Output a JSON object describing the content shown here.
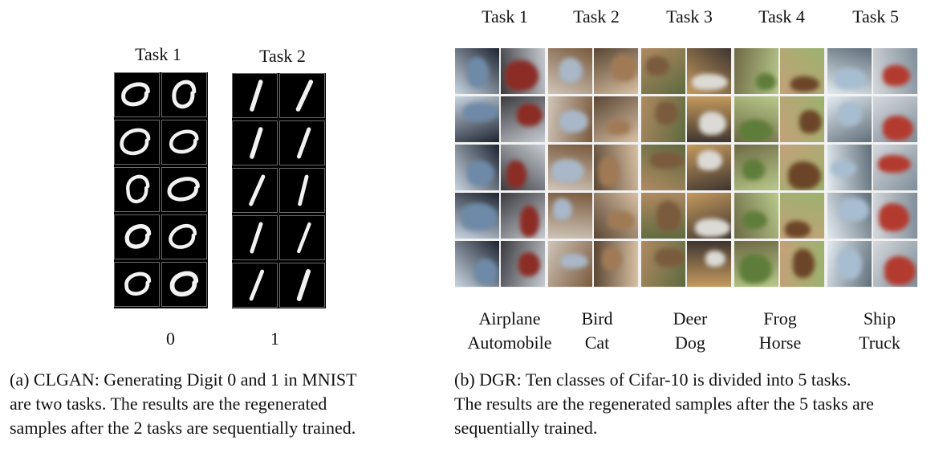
{
  "panel_a": {
    "task_labels": [
      "Task 1",
      "Task 2"
    ],
    "class_labels": [
      "0",
      "1"
    ],
    "caption_lines": [
      "(a) CLGAN: Generating Digit 0 and 1 in MNIST",
      "are two tasks. The results are the regenerated",
      "samples after the 2 tasks are sequentially trained."
    ]
  },
  "panel_b": {
    "task_labels": [
      "Task 1",
      "Task 2",
      "Task 3",
      "Task 4",
      "Task 5"
    ],
    "class_pairs": [
      [
        "Airplane",
        "Automobile"
      ],
      [
        "Bird",
        "Cat"
      ],
      [
        "Deer",
        "Dog"
      ],
      [
        "Frog",
        "Horse"
      ],
      [
        "Ship",
        "Truck"
      ]
    ],
    "caption_lines": [
      "(b) DGR: Ten classes of Cifar-10 is divided into 5 tasks.",
      "The results are the regenerated samples after the 5 tasks are",
      "sequentially trained."
    ]
  },
  "palette": {
    "airplane": [
      "#6e8aa8",
      "#1c2430",
      "#c9d5e2"
    ],
    "automobile": [
      "#8b2c25",
      "#c8ccd2",
      "#3a3a3e"
    ],
    "bird": [
      "#a9b7c8",
      "#7a5a3e",
      "#cfc5b8"
    ],
    "cat": [
      "#a07a55",
      "#d8c0a2",
      "#5a4634"
    ],
    "deer": [
      "#7a5b3d",
      "#5d6a3f",
      "#b08a62"
    ],
    "dog": [
      "#dcdad4",
      "#3e3530",
      "#c59a5e"
    ],
    "frog": [
      "#5f7d3a",
      "#b8c98a",
      "#6d6a45"
    ],
    "horse": [
      "#6b4527",
      "#9bb26e",
      "#c4a179"
    ],
    "ship": [
      "#a7bdd0",
      "#5f6e7a",
      "#e3ebf0"
    ],
    "truck": [
      "#b33a2e",
      "#7f8e9a",
      "#d6d9dc"
    ]
  }
}
